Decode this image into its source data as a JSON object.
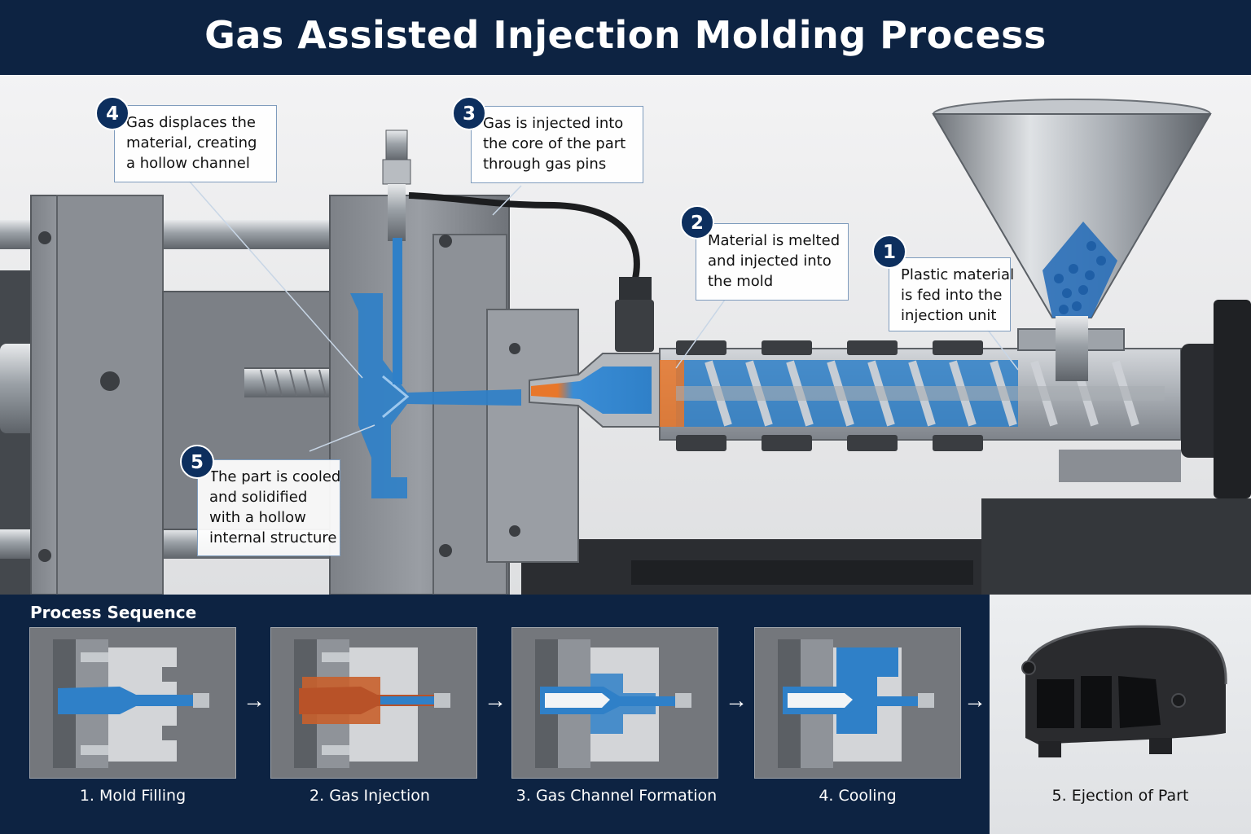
{
  "header": {
    "title": "Gas Assisted Injection Molding Process"
  },
  "callouts": [
    {
      "number": "1",
      "lines": [
        "Plastic material",
        "is fed into the",
        "injection unit"
      ]
    },
    {
      "number": "2",
      "lines": [
        "Material is melted",
        "and injected into",
        "the mold"
      ]
    },
    {
      "number": "3",
      "lines": [
        "Gas is injected into",
        "the core of the part",
        "through gas pins"
      ]
    },
    {
      "number": "4",
      "lines": [
        "Gas displaces the",
        "material, creating",
        "a hollow channel"
      ]
    },
    {
      "number": "5",
      "lines": [
        "The part is cooled",
        "and solidified",
        "with a hollow",
        "internal structure"
      ]
    }
  ],
  "sequence": {
    "title": "Process Sequence",
    "steps": [
      {
        "label": "1. Mold Filling"
      },
      {
        "label": "2. Gas Injection"
      },
      {
        "label": "3. Gas Channel Formation"
      },
      {
        "label": "4. Cooling"
      },
      {
        "label": "5. Ejection of Part"
      }
    ],
    "arrow_glyph": "→"
  },
  "colors": {
    "navy": "#0d2342",
    "badge": "#0d2f5e",
    "melt_blue": "#2f80c8",
    "hot_orange": "#e8772a",
    "steel": "#9aa0a6",
    "part_black": "#1e1f22"
  }
}
